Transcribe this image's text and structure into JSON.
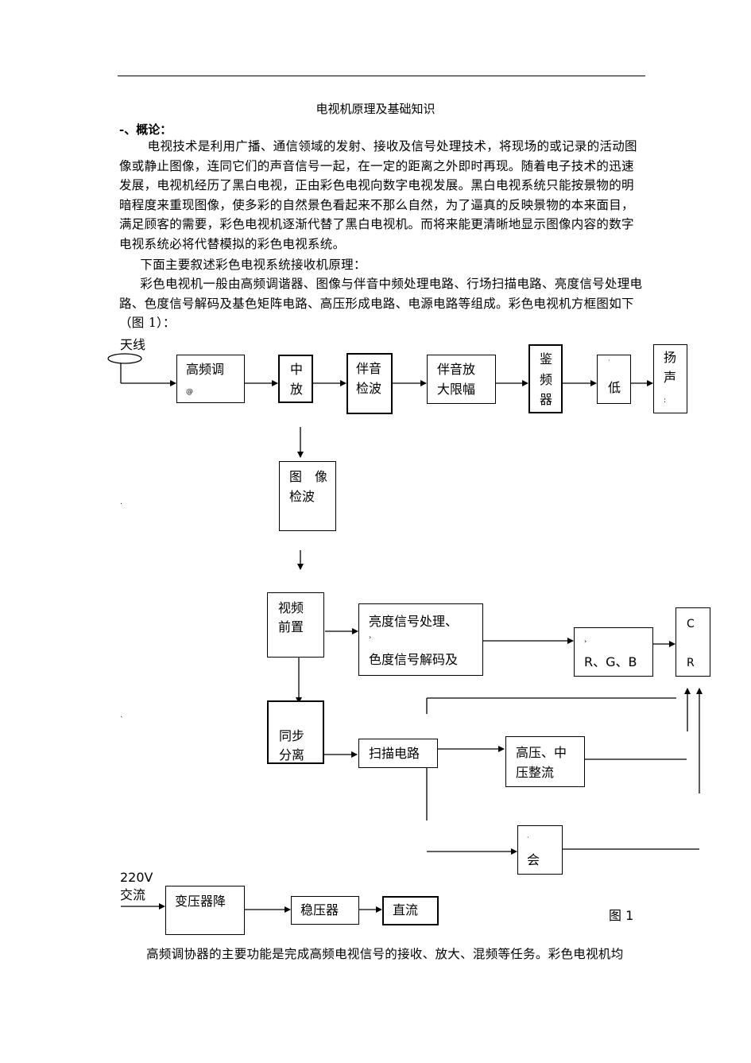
{
  "doc": {
    "title": "电视机原理及基础知识",
    "heading": "-、概论：",
    "paragraph1": "电视技术是利用广播、通信领域的发射、接收及信号处理技术，将现场的或记录的活动图像或静止图像，连同它们的声音信号一起，在一定的距离之外即时再现。随着电子技术的迅速发展，电视机经历了黑白电视，正由彩色电视向数字电视发展。黑白电视系统只能按景物的明暗程度来重现图像，使多彩的自然景色看起来不那么自然，为了逼真的反映景物的本来面目，满足顾客的需要，彩色电视机逐渐代替了黑白电视机。而将来能更清晰地显示图像内容的数字电视系统必将代替模拟的彩色电视系统。",
    "paragraph2": "下面主要叙述彩色电视系统接收机原理：",
    "paragraph3": "彩色电视机一般由高频调谐器、图像与伴音中频处理电路、行场扫描电路、亮度信号处理电路、色度信号解码及基色矩阵电路、高压形成电路、电源电路等组成。彩色电视机方框图如下（图 1）：",
    "paragraph4": "高频调协器的主要功能是完成高频电视信号的接收、放大、混频等任务。彩色电视机均"
  },
  "diagram": {
    "antenna_label": "天线",
    "tuner": {
      "line1": "高频调",
      "mark": "@"
    },
    "if_amp": {
      "line1": "中",
      "line2": "放"
    },
    "sound_det": {
      "line1": "伴音",
      "line2": "检波"
    },
    "sound_amp": {
      "line1": "伴音放",
      "line2": "大限幅"
    },
    "discriminator": {
      "line1": "鉴",
      "line2": "频",
      "line3": "器"
    },
    "low_freq": {
      "dot": "·",
      "line1": "低"
    },
    "speaker": {
      "line1": "扬",
      "line2": "声",
      "mark": ":"
    },
    "video_det": {
      "line1": "图　像",
      "line2": "检波"
    },
    "video_pre": {
      "line1": "视频",
      "line2": "前置"
    },
    "luma_chroma": {
      "line1": "亮度信号处理、",
      "mark": "›",
      "line2": "色度信号解码及"
    },
    "rgb": {
      "mark": "›",
      "line1": "R、G、B"
    },
    "crt": {
      "line1": "C",
      "line2": "R"
    },
    "sync_sep": {
      "line1": "同步",
      "line2": "分离"
    },
    "scan": {
      "line1": "扫描电路"
    },
    "hv": {
      "line1": "高压、中",
      "line2": "压整流"
    },
    "conv": {
      "dot": "·",
      "line1": "会"
    },
    "ac_label_1": "220V",
    "ac_label_2": "交流",
    "transformer": {
      "line1": "变压器降"
    },
    "regulator": {
      "line1": "稳压器"
    },
    "dc": {
      "line1": "直流"
    },
    "figure_label": "图 1",
    "stray_dot_1": ".",
    "stray_dot_2": "`"
  }
}
